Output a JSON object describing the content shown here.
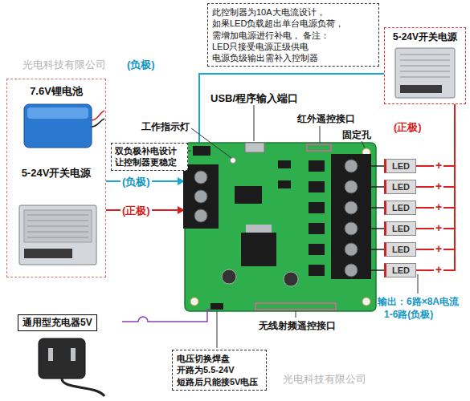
{
  "diagram": {
    "nodes": [
      {
        "text": [
          "此控制器为10A大电流设计， 如果LED负载超出单台电源负荷， 需增加电源进行补电， 备注：LED只接受电源正级供电 电源负级输出需补入控制器"
        ]
      },
      {
        "text": [
          "5-24V开关电源"
        ]
      },
      {
        "text": [
          "7.6V锂电池",
          "5-24V开关电源"
        ]
      },
      {
        "text": [
          "双负极补电设计 让控制器更稳定"
        ]
      },
      {
        "text": [
          "LED"
        ]
      },
      {
        "text": [
          "LED"
        ]
      },
      {
        "text": [
          "LED"
        ]
      },
      {
        "text": [
          "LED"
        ]
      },
      {
        "text": [
          "LED"
        ]
      },
      {
        "text": [
          "LED"
        ]
      },
      {
        "text": [
          "通用型充电器5V"
        ]
      },
      {
        "text": [
          "电压切换焊盘 开路为5.5-24V 短路后只能接5V电压"
        ]
      }
    ],
    "edges": [
      {
        "from": 1,
        "to": 4,
        "arrow": "none"
      },
      {
        "from": 1,
        "to": 5,
        "arrow": "none"
      },
      {
        "from": 1,
        "to": 6,
        "arrow": "none"
      },
      {
        "from": 1,
        "to": 7,
        "arrow": "none"
      },
      {
        "from": 1,
        "to": 8,
        "arrow": "none"
      },
      {
        "from": 1,
        "to": 9,
        "arrow": "none"
      }
    ],
    "labels": [
      "(负极)",
      "USB/程序输入端口",
      "红外遥控接口",
      "工作指示灯",
      "固定孔",
      "(正极)",
      "(负极)",
      "(正极)",
      "+",
      "+",
      "+",
      "+",
      "+",
      "+",
      "输出：6路×8A电流",
      "1-6路(负极)",
      "无线射频遥控接口",
      "光电科技有限公司",
      "光电科技有限公司"
    ]
  }
}
